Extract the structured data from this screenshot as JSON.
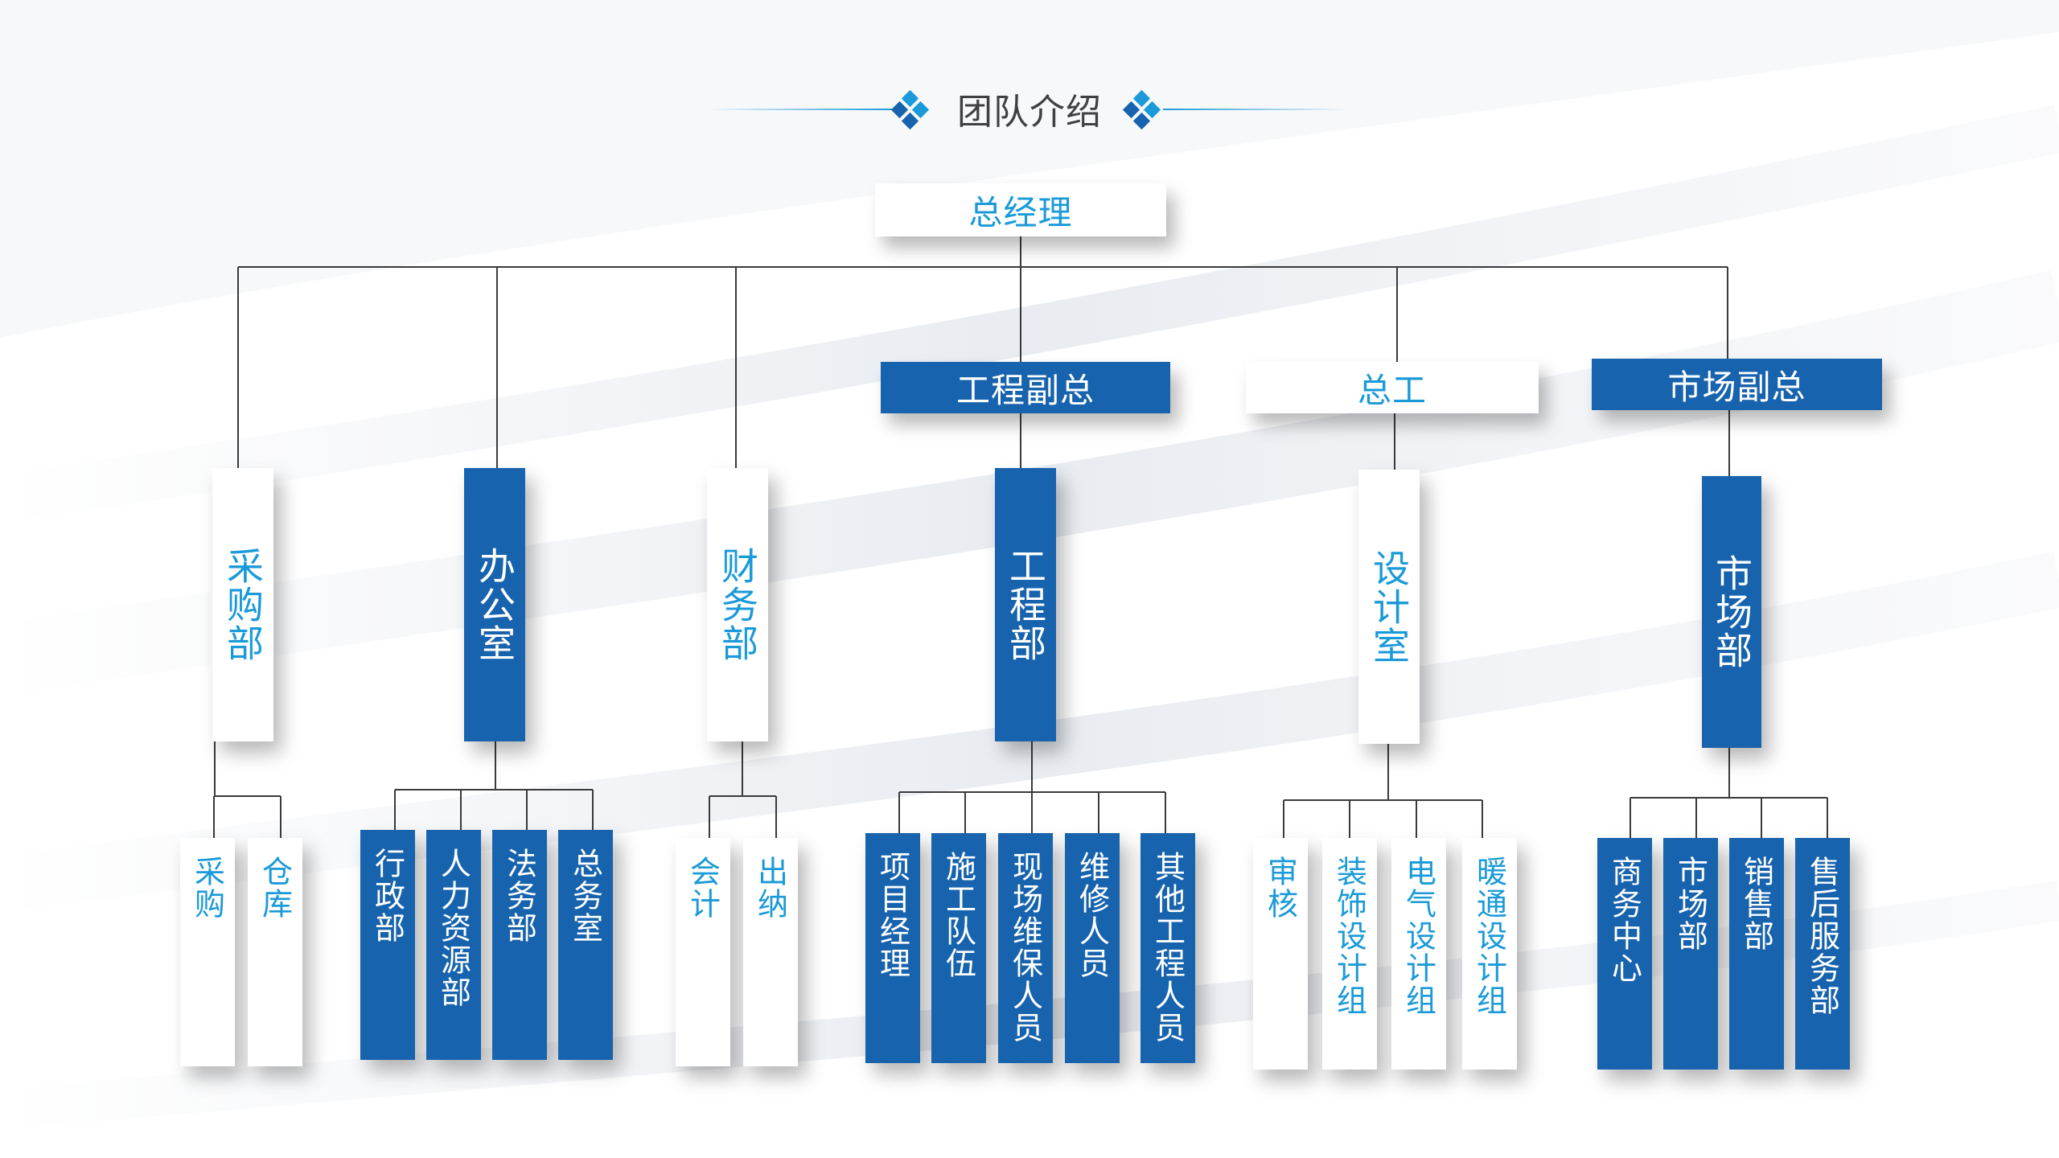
{
  "title": "团队介绍",
  "colors": {
    "blue": "#1763ad",
    "text_blue": "#1a9ad8",
    "line": "#3a3a3a"
  },
  "root": {
    "label": "总经理",
    "style": "white"
  },
  "vice_nodes": [
    {
      "label": "工程副总",
      "style": "blue"
    },
    {
      "label": "总工",
      "style": "white"
    },
    {
      "label": "市场副总",
      "style": "blue"
    }
  ],
  "departments": [
    {
      "label": "采购部",
      "style": "white",
      "children": [
        "采购",
        "仓库"
      ]
    },
    {
      "label": "办公室",
      "style": "blue",
      "children": [
        "行政部",
        "人力资源部",
        "法务部",
        "总务室"
      ]
    },
    {
      "label": "财务部",
      "style": "white",
      "children": [
        "会计",
        "出纳"
      ]
    },
    {
      "label": "工程部",
      "style": "blue",
      "children": [
        "项目经理",
        "施工队伍",
        "现场维保人员",
        "维修人员",
        "其他工程人员"
      ]
    },
    {
      "label": "设计室",
      "style": "white",
      "children": [
        "审核",
        "装饰设计组",
        "电气设计组",
        "暖通设计组"
      ]
    },
    {
      "label": "市场部",
      "style": "blue",
      "children": [
        "商务中心",
        "市场部",
        "销售部",
        "售后服务部"
      ]
    }
  ]
}
